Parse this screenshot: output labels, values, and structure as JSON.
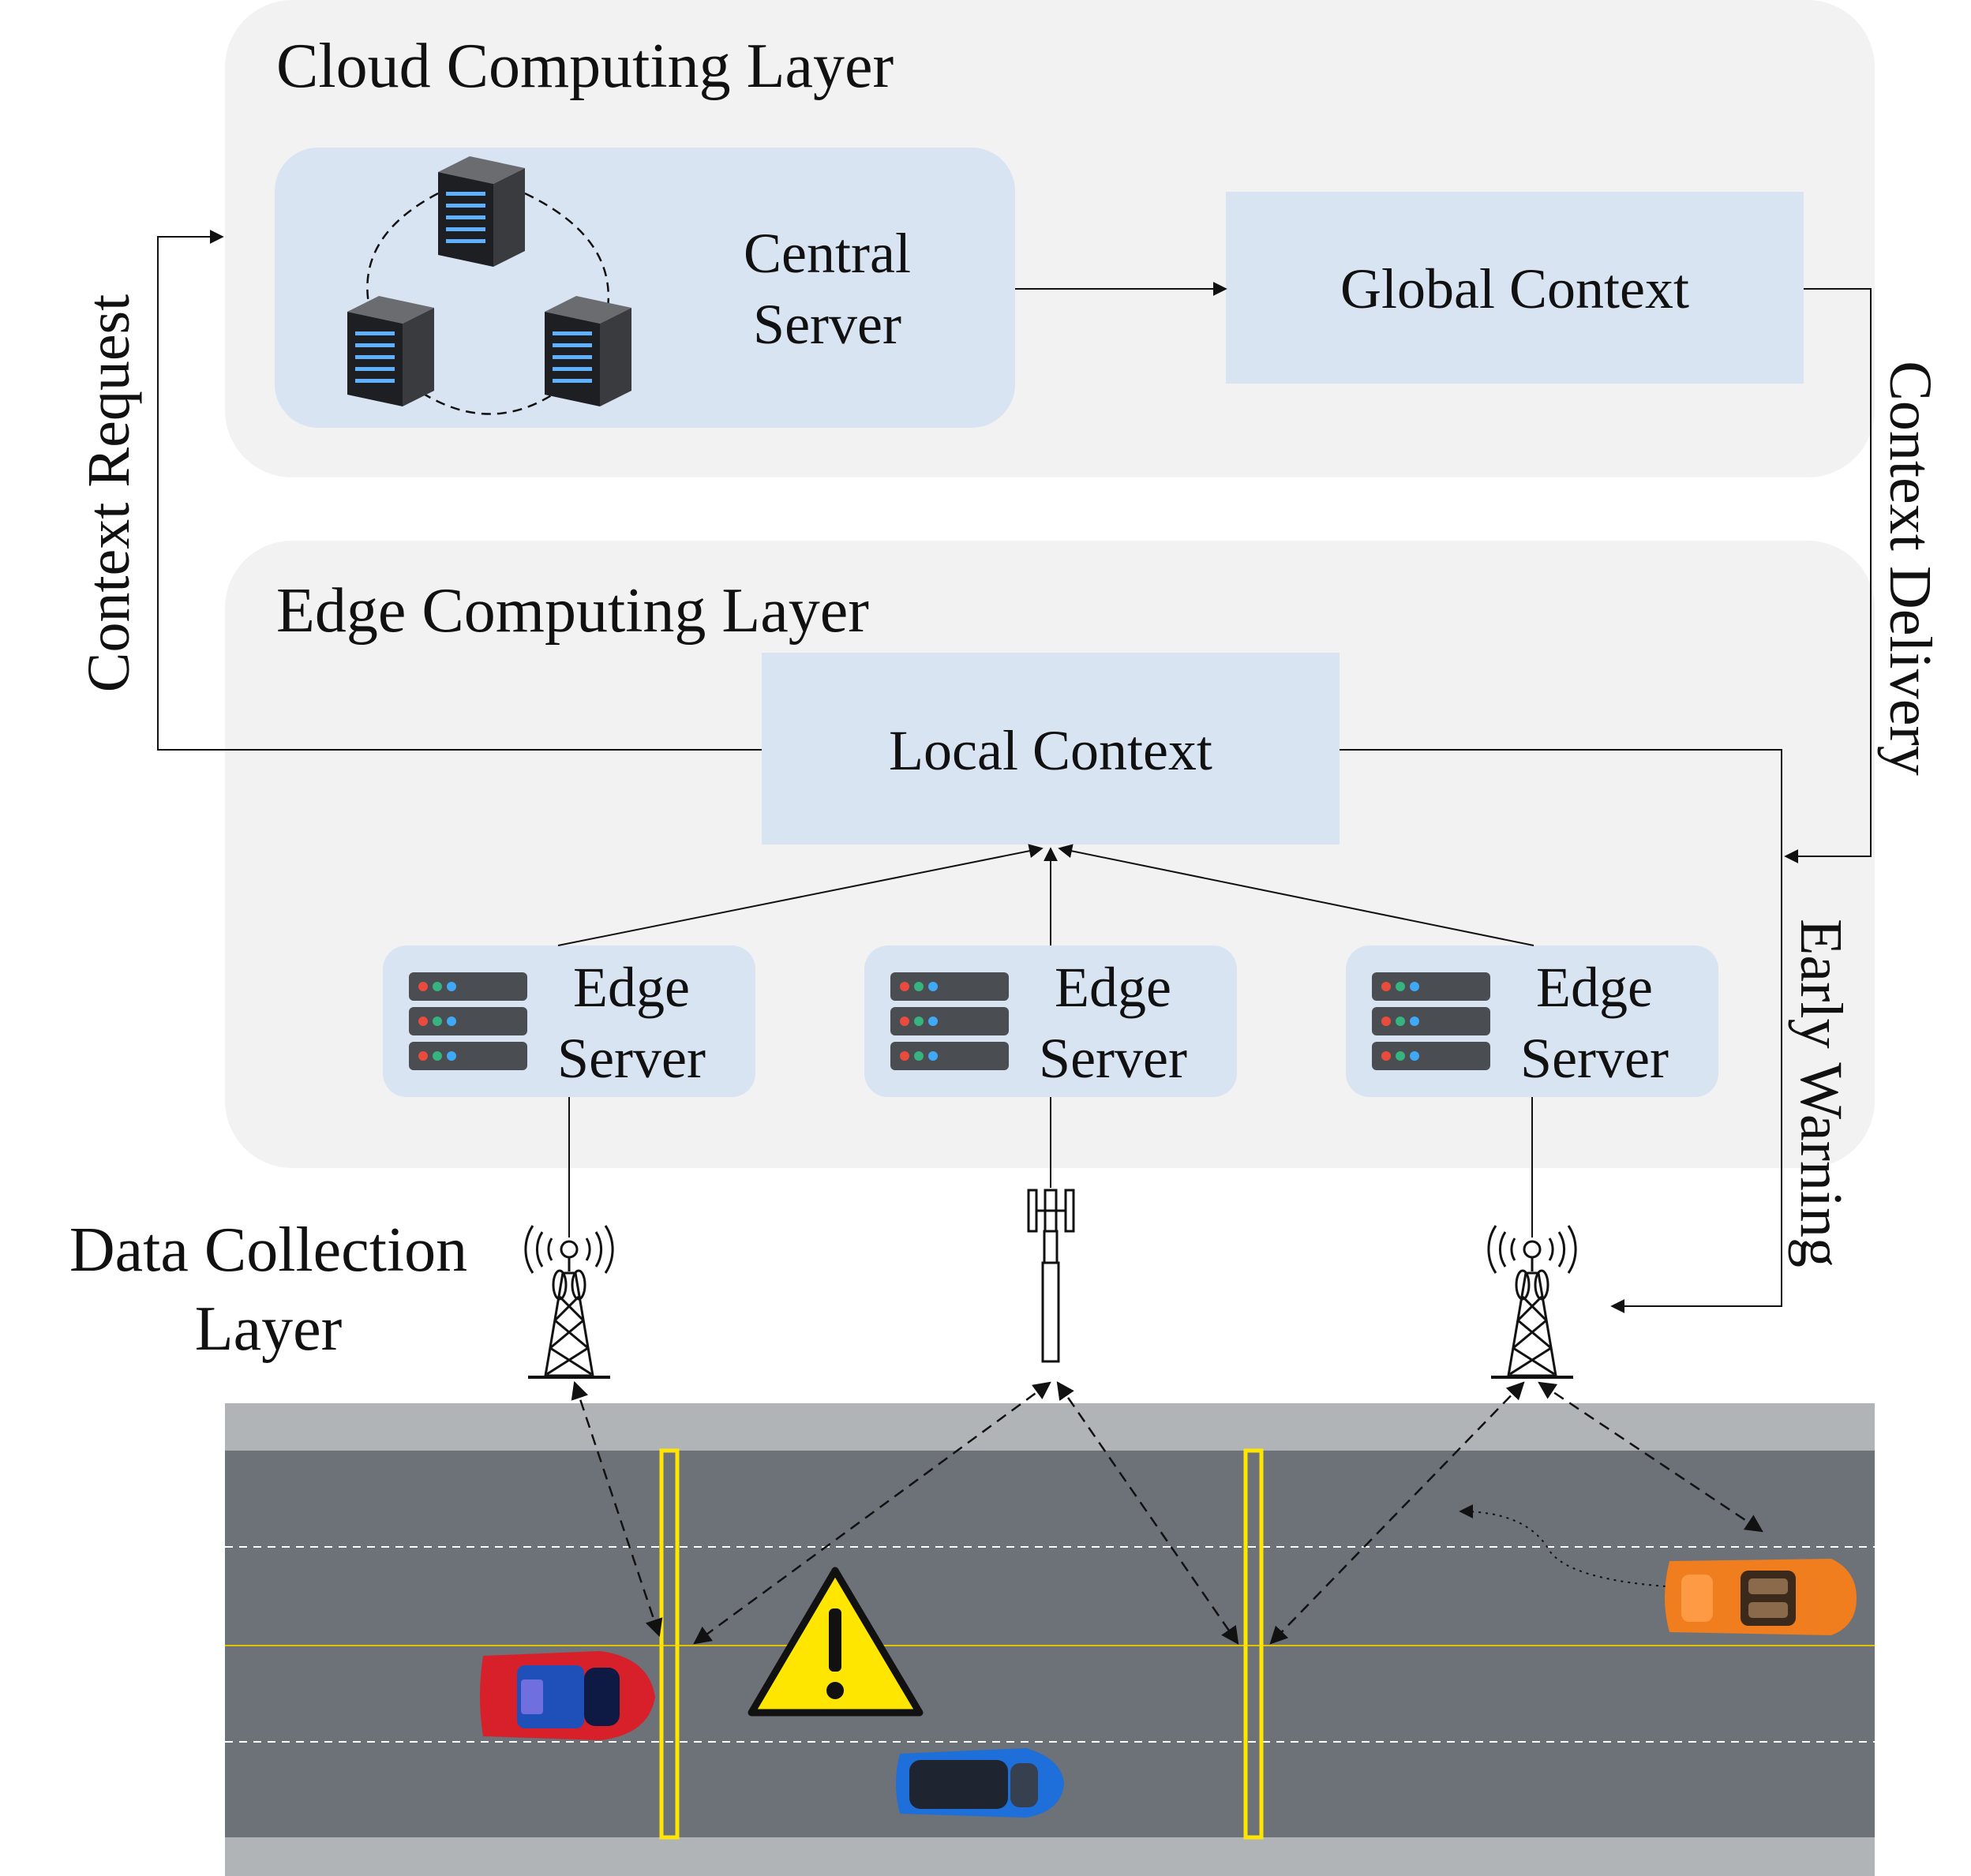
{
  "layers": {
    "cloud_title": "Cloud Computing Layer",
    "edge_title": "Edge Computing Layer",
    "data_title_line1": "Data Collection",
    "data_title_line2": "Layer"
  },
  "cloud": {
    "central_server_line1": "Central",
    "central_server_line2": "Server",
    "global_context": "Global Context"
  },
  "edge": {
    "local_context": "Local Context",
    "servers": [
      {
        "line1": "Edge",
        "line2": "Server"
      },
      {
        "line1": "Edge",
        "line2": "Server"
      },
      {
        "line1": "Edge",
        "line2": "Server"
      }
    ]
  },
  "flows": {
    "context_request": "Context Request",
    "context_delivery": "Context Delivery",
    "early_warning": "Early Warning"
  },
  "colors": {
    "layer_bg": "#f2f2f2",
    "box_fill": "#d9e4f3",
    "road": "#6d7178",
    "shoulder": "#b1b4b7",
    "warning": "#ffe600",
    "car_red": "#d8202a",
    "car_blue": "#1e6fd9",
    "car_orange": "#f07d1e"
  }
}
